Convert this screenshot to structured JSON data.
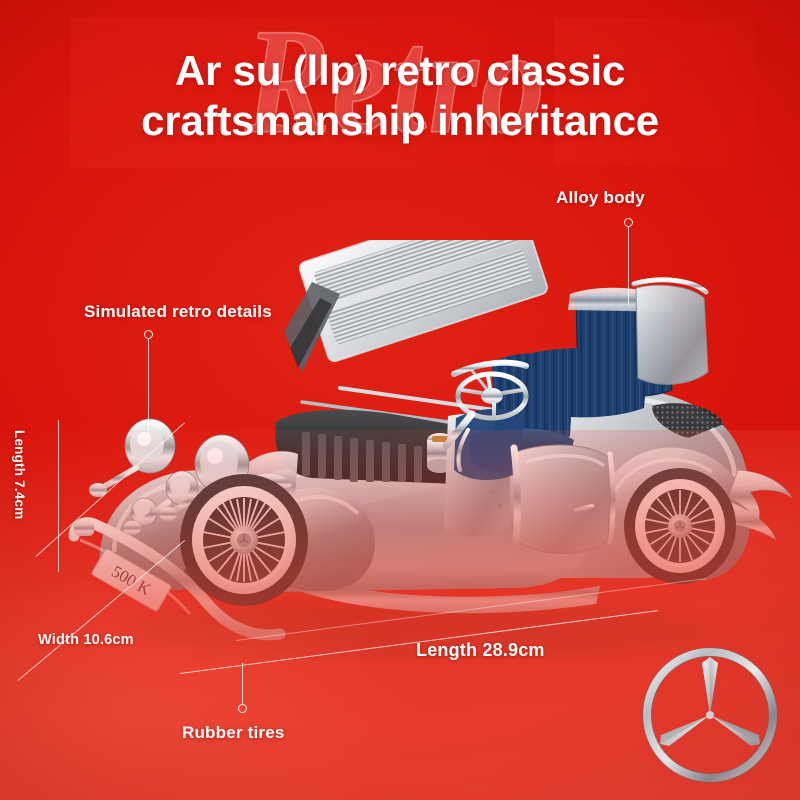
{
  "background": {
    "primary_color": "#d4110a",
    "accent_color": "#ec4435",
    "watermark_text": "Retro"
  },
  "headline": {
    "text": "Ar su (llp) retro classic\ncraftsmanship inheritance",
    "color": "#ffffff"
  },
  "callouts": [
    {
      "id": "alloy",
      "label": "Alloy body"
    },
    {
      "id": "retro",
      "label": "Simulated retro details"
    },
    {
      "id": "tires",
      "label": "Rubber tires"
    }
  ],
  "dimensions": {
    "height": "Length 7.4cm",
    "width": "Width 10.6cm",
    "length": "Length 28.9cm"
  },
  "product": {
    "plate_text": "500 K",
    "body_color": "#b9bcc0",
    "interior_color": "#1e3f6b",
    "brand_logo": "mercedes-star-icon"
  }
}
